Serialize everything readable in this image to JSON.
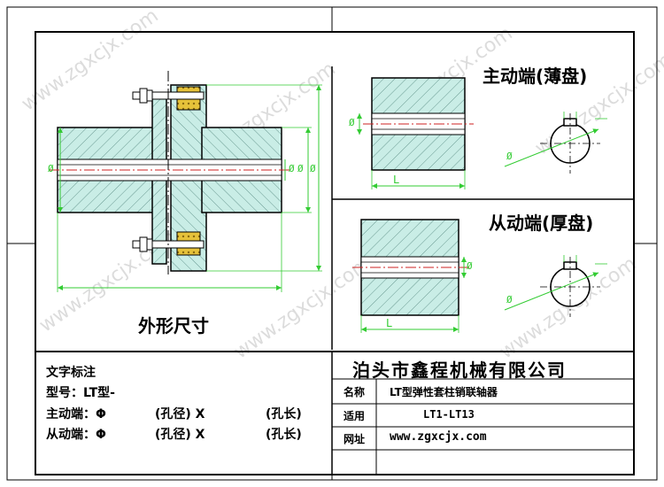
{
  "watermark": "www.zgxcjx.com",
  "views": {
    "outline_label": "外形尺寸",
    "drive_label": "主动端(薄盘)",
    "driven_label": "从动端(厚盘)"
  },
  "dims": {
    "phi": "Ø",
    "length": "L"
  },
  "notes": {
    "heading": "文字标注",
    "model": "型号：LT型-",
    "drive_row": {
      "label": "主动端：Φ",
      "bore": "(孔径) X",
      "length": "(孔长)"
    },
    "driven_row": {
      "label": "从动端：Φ",
      "bore": "(孔径) X",
      "length": "(孔长)"
    }
  },
  "title_block": {
    "company": "泊头市鑫程机械有限公司",
    "rows": [
      {
        "key": "名称",
        "value": "LT型弹性套柱销联轴器"
      },
      {
        "key": "适用",
        "value": "LT1-LT13"
      },
      {
        "key": "网址",
        "value": "www.zgxcjx.com"
      }
    ]
  },
  "colors": {
    "metal": "#c9ede6",
    "hatch": "#6a9a92",
    "dim": "#33cc33",
    "center": "#cc2222",
    "rubber": "#e6c23a"
  }
}
